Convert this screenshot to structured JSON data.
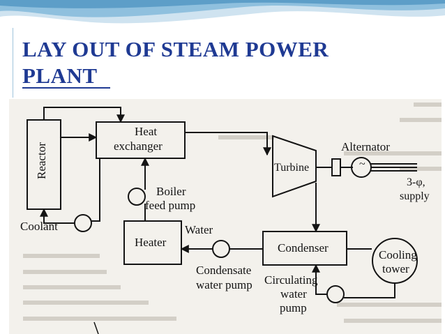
{
  "slide": {
    "title_line1": "LAY OUT OF STEAM POWER",
    "title_line2": "PLANT "
  },
  "diagram": {
    "reactor": "Reactor",
    "heat_exchanger_line1": "Heat",
    "heat_exchanger_line2": "exchanger",
    "turbine": "Turbine",
    "alternator": "Alternator",
    "supply_line1": "3-φ,",
    "supply_line2": "supply",
    "boiler_feed_pump_line1": "Boiler",
    "boiler_feed_pump_line2": "feed pump",
    "coolant": "Coolant",
    "heater": "Heater",
    "water": "Water",
    "condenser": "Condenser",
    "condensate_pump_line1": "Condensate",
    "condensate_pump_line2": "water pump",
    "circulating_pump_line1": "Circulating",
    "circulating_pump_line2": "water",
    "circulating_pump_line3": "pump",
    "cooling_tower_line1": "Cooling",
    "cooling_tower_line2": "tower"
  },
  "colors": {
    "title": "#1f3a93",
    "wave": "#7fb6d8",
    "ink": "#141414",
    "paper": "#f3f1ec"
  }
}
